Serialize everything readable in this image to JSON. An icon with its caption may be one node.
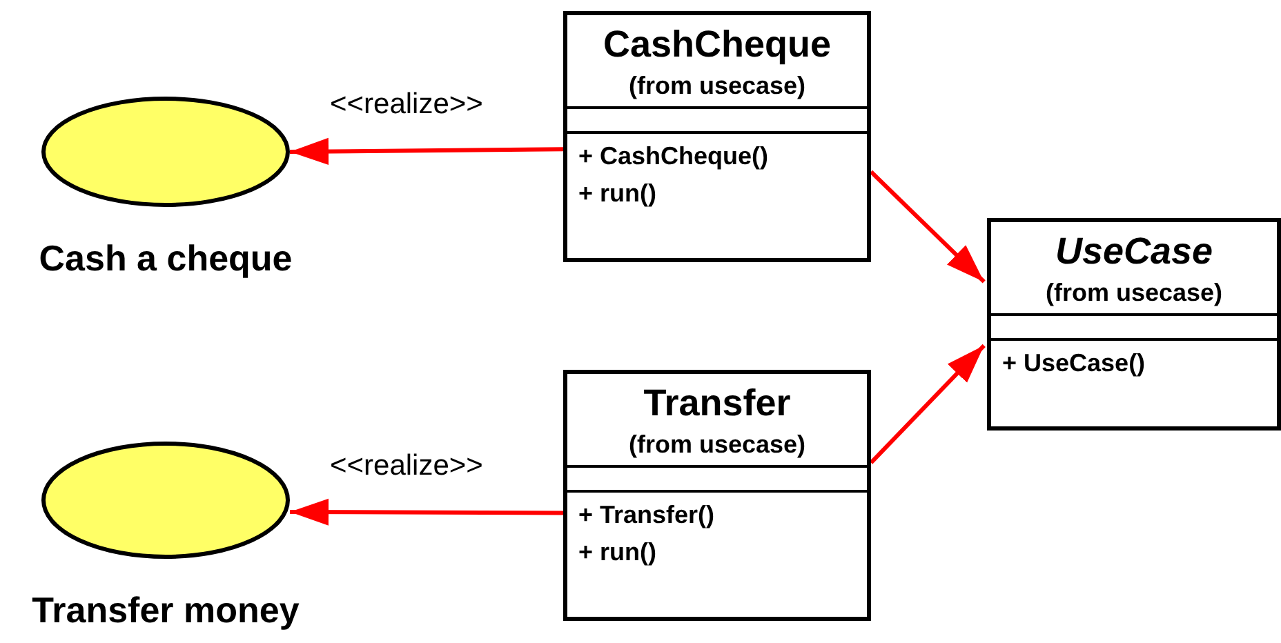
{
  "diagram": {
    "nodes": [
      {
        "text": [
          "CashCheque",
          "(from usecase)",
          "+ CashCheque()",
          "+ run()"
        ]
      },
      {
        "text": [
          "Cash a cheque"
        ]
      },
      {
        "text": [
          "UseCase",
          "(from usecase)",
          "+ UseCase()"
        ]
      },
      {
        "text": [
          "Transfer",
          "(from usecase)",
          "+ Transfer()",
          "+ run()"
        ]
      },
      {
        "text": [
          "Transfer money"
        ]
      }
    ],
    "edges": [
      {
        "from": 0,
        "to": 1,
        "arrow": "to",
        "label": "<<realize>>"
      },
      {
        "from": 0,
        "to": 2,
        "arrow": "to"
      },
      {
        "from": 3,
        "to": 2,
        "arrow": "to"
      },
      {
        "from": 3,
        "to": 4,
        "arrow": "to",
        "label": "<<realize>>"
      }
    ]
  }
}
